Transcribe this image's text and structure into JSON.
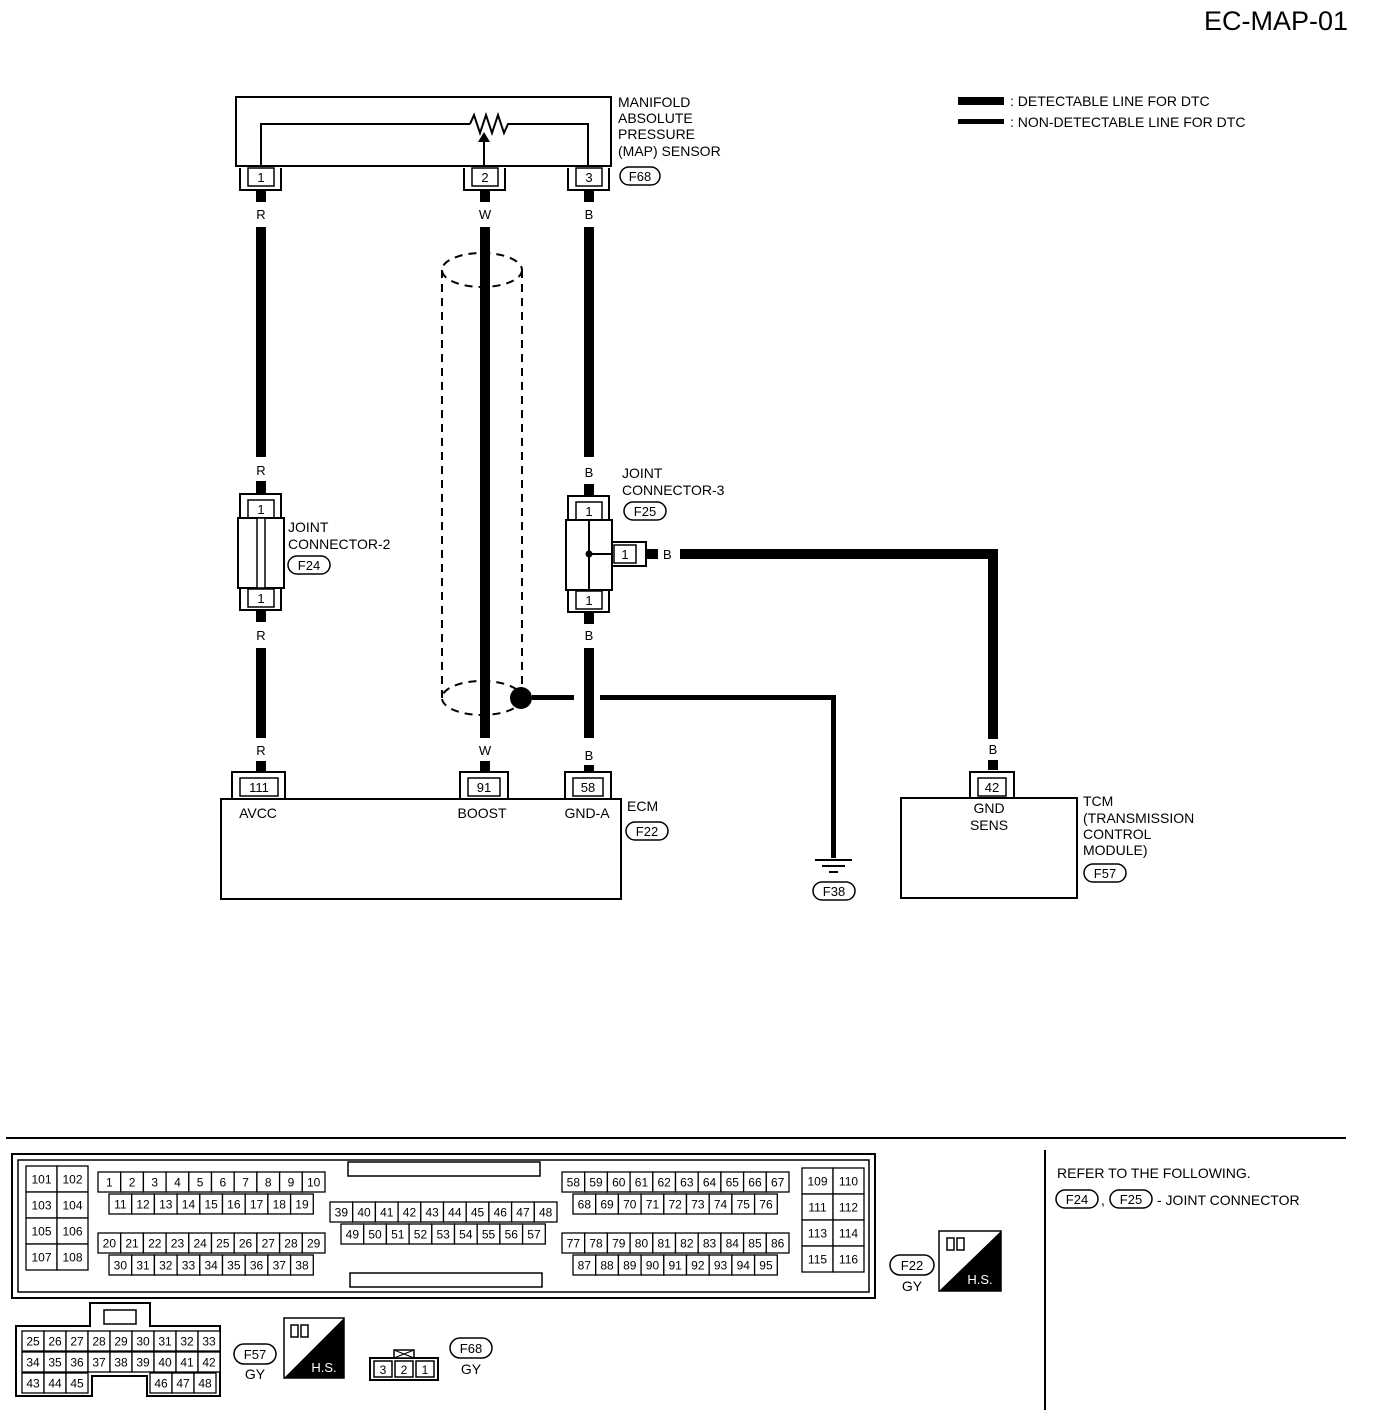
{
  "page_id": "EC-MAP-01",
  "legend": {
    "detectable": ": DETECTABLE LINE FOR DTC",
    "non_detectable": ": NON-DETECTABLE LINE FOR DTC"
  },
  "map_sensor": {
    "name_lines": [
      "MANIFOLD",
      "ABSOLUTE",
      "PRESSURE",
      "(MAP) SENSOR"
    ],
    "connector": "F68",
    "pins": [
      "1",
      "2",
      "3"
    ]
  },
  "wires": {
    "r": "R",
    "w": "W",
    "b": "B"
  },
  "joint2": {
    "name_lines": [
      "JOINT",
      "CONNECTOR-2"
    ],
    "connector": "F24",
    "pin_top": "1",
    "pin_bottom": "1"
  },
  "joint3": {
    "name_lines": [
      "JOINT",
      "CONNECTOR-3"
    ],
    "connector": "F25",
    "pin_top": "1",
    "pin_side": "1",
    "pin_bottom": "1"
  },
  "ecm": {
    "name": "ECM",
    "connector": "F22",
    "pin_avcc": "111",
    "pin_boost": "91",
    "pin_gnd": "58",
    "label_avcc": "AVCC",
    "label_boost": "BOOST",
    "label_gnd": "GND-A"
  },
  "ground": {
    "connector": "F38"
  },
  "tcm": {
    "name_lines": [
      "TCM",
      "(TRANSMISSION",
      "CONTROL",
      "MODULE)"
    ],
    "connector": "F57",
    "pin": "42",
    "label_lines": [
      "GND",
      "SENS"
    ]
  },
  "connector_views": {
    "f22_label": "F22",
    "f22_color": "GY",
    "f57_label": "F57",
    "f57_color": "GY",
    "f68_label": "F68",
    "f68_color": "GY",
    "hs": "H.S.",
    "f22_left_pairs": [
      [
        "101",
        "102"
      ],
      [
        "103",
        "104"
      ],
      [
        "105",
        "106"
      ],
      [
        "107",
        "108"
      ]
    ],
    "f22_row1": [
      "1",
      "2",
      "3",
      "4",
      "5",
      "6",
      "7",
      "8",
      "9",
      "10"
    ],
    "f22_row2": [
      "11",
      "12",
      "13",
      "14",
      "15",
      "16",
      "17",
      "18",
      "19"
    ],
    "f22_row3": [
      "20",
      "21",
      "22",
      "23",
      "24",
      "25",
      "26",
      "27",
      "28",
      "29"
    ],
    "f22_row4": [
      "30",
      "31",
      "32",
      "33",
      "34",
      "35",
      "36",
      "37",
      "38"
    ],
    "f22_mid1": [
      "39",
      "40",
      "41",
      "42",
      "43",
      "44",
      "45",
      "46",
      "47",
      "48"
    ],
    "f22_mid2": [
      "49",
      "50",
      "51",
      "52",
      "53",
      "54",
      "55",
      "56",
      "57"
    ],
    "f22_right1": [
      "58",
      "59",
      "60",
      "61",
      "62",
      "63",
      "64",
      "65",
      "66",
      "67"
    ],
    "f22_right2": [
      "68",
      "69",
      "70",
      "71",
      "72",
      "73",
      "74",
      "75",
      "76"
    ],
    "f22_right3": [
      "77",
      "78",
      "79",
      "80",
      "81",
      "82",
      "83",
      "84",
      "85",
      "86"
    ],
    "f22_right4": [
      "87",
      "88",
      "89",
      "90",
      "91",
      "92",
      "93",
      "94",
      "95"
    ],
    "f22_right_pairs": [
      [
        "109",
        "110"
      ],
      [
        "111",
        "112"
      ],
      [
        "113",
        "114"
      ],
      [
        "115",
        "116"
      ]
    ],
    "f57_row1": [
      "25",
      "26",
      "27",
      "28",
      "29",
      "30",
      "31",
      "32",
      "33"
    ],
    "f57_row2": [
      "34",
      "35",
      "36",
      "37",
      "38",
      "39",
      "40",
      "41",
      "42"
    ],
    "f57_row3_left": [
      "43",
      "44",
      "45"
    ],
    "f57_row3_right": [
      "46",
      "47",
      "48"
    ],
    "f68_pins": [
      "3",
      "2",
      "1"
    ]
  },
  "refer": {
    "text": "REFER TO THE FOLLOWING.",
    "c1": "F24",
    "c2": "F25",
    "suffix": "- JOINT CONNECTOR"
  }
}
